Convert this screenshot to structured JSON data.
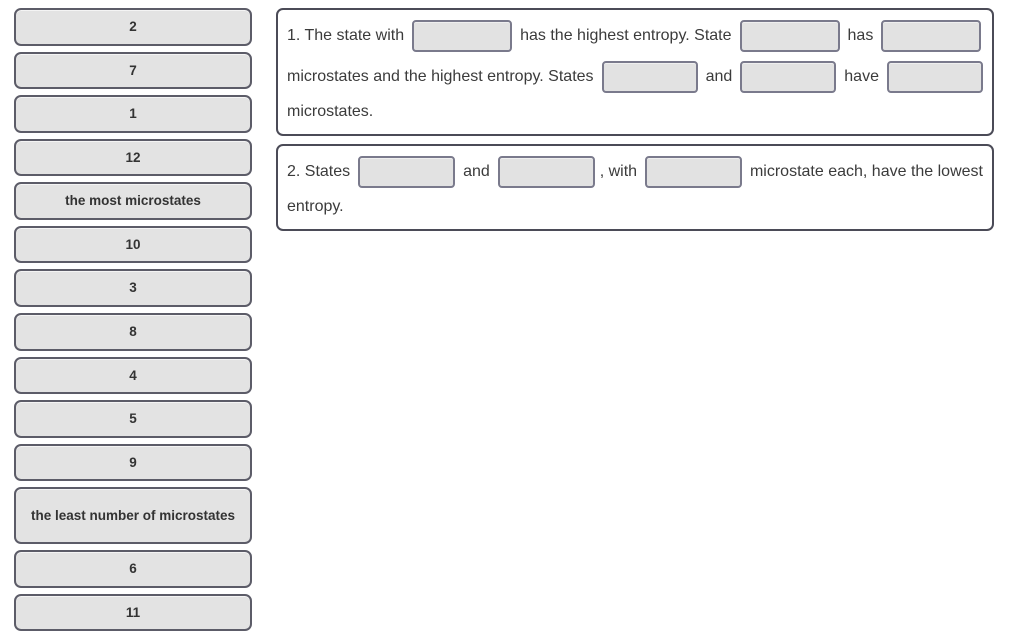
{
  "tokens": [
    {
      "label": "2",
      "lines": 1
    },
    {
      "label": "7",
      "lines": 1
    },
    {
      "label": "1",
      "lines": 1
    },
    {
      "label": "12",
      "lines": 1
    },
    {
      "label": "the most microstates",
      "lines": 1
    },
    {
      "label": "10",
      "lines": 1
    },
    {
      "label": "3",
      "lines": 1
    },
    {
      "label": "8",
      "lines": 1
    },
    {
      "label": "4",
      "lines": 1
    },
    {
      "label": "5",
      "lines": 1
    },
    {
      "label": "9",
      "lines": 1
    },
    {
      "label": "the least number of microstates",
      "lines": 2
    },
    {
      "label": "6",
      "lines": 1
    },
    {
      "label": "11",
      "lines": 1
    }
  ],
  "questions": [
    {
      "number": "1.",
      "segments": [
        {
          "type": "text",
          "value": "1. The state with "
        },
        {
          "type": "blank",
          "value": ""
        },
        {
          "type": "text",
          "value": " has the highest entropy. State "
        },
        {
          "type": "blank",
          "value": ""
        },
        {
          "type": "text",
          "value": " has "
        },
        {
          "type": "blank",
          "value": ""
        },
        {
          "type": "text",
          "value": "microstates and the highest entropy. States "
        },
        {
          "type": "blank",
          "value": ""
        },
        {
          "type": "text",
          "value": " and "
        },
        {
          "type": "blank",
          "value": ""
        },
        {
          "type": "text",
          "value": " have "
        },
        {
          "type": "blank",
          "value": ""
        },
        {
          "type": "text",
          "value": "microstates."
        }
      ],
      "line1_a": "1. The state with",
      "line1_b": "has the highest entropy. State",
      "line1_c": "has",
      "line2_a": "microstates and the highest entropy. States",
      "line2_b": "and",
      "line2_c": "have",
      "line3_a": "microstates."
    },
    {
      "number": "2.",
      "line1_a": "2. States",
      "line1_b": "and",
      "line1_c": ", with",
      "line1_d": "microstate each, have the lowest",
      "line2_a": "entropy."
    }
  ],
  "colors": {
    "token_fill": "#e3e3e3",
    "token_border": "#5c5c68",
    "panel_border": "#4b4b57",
    "dropzone_fill": "#e2e2e2",
    "dropzone_border": "#7a7a8c",
    "text": "#3a3a3a",
    "background": "#ffffff"
  }
}
